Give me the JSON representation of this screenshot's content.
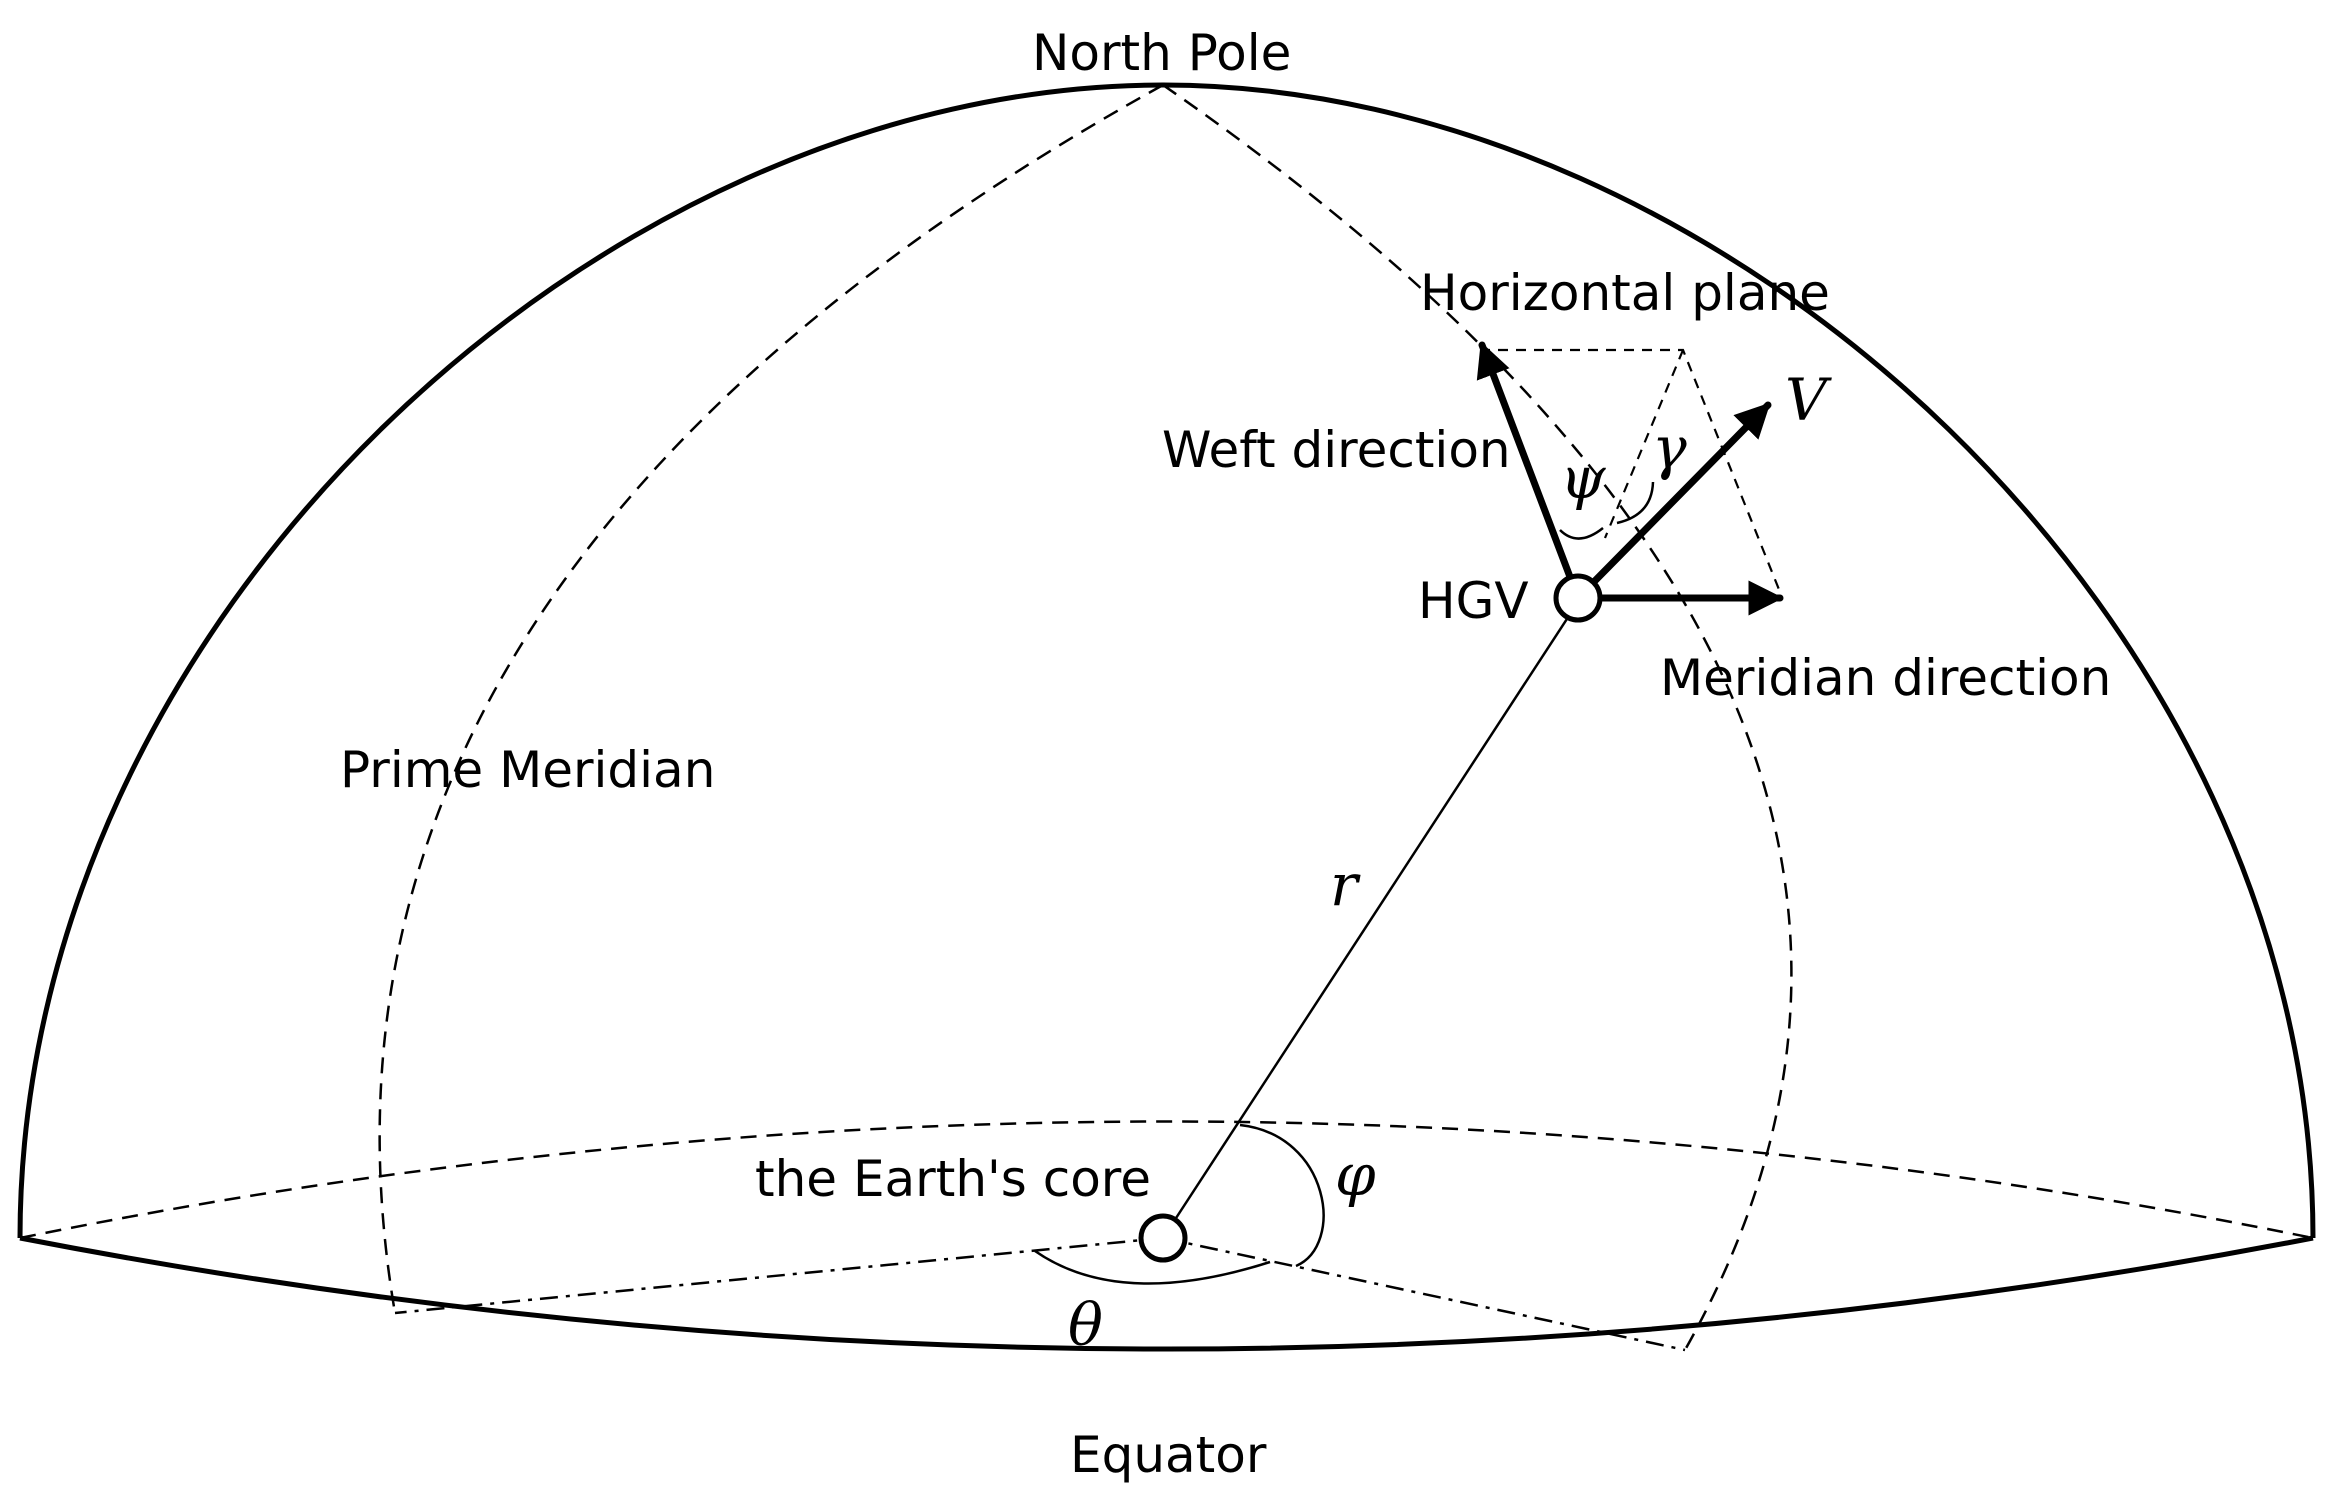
{
  "labels": {
    "north_pole": "North Pole",
    "horizontal_plane": "Horizontal plane",
    "weft_direction": "Weft direction",
    "hgv": "HGV",
    "meridian_direction": "Meridian direction",
    "prime_meridian": "Prime Meridian",
    "earth_core": "the Earth's core",
    "equator": "Equator"
  },
  "symbols": {
    "velocity": "V",
    "flight_path_angle": "γ",
    "heading_angle": "ψ",
    "radius": "r",
    "latitude": "φ",
    "longitude": "θ"
  },
  "colors": {
    "line": "#000000",
    "background": "#ffffff"
  }
}
